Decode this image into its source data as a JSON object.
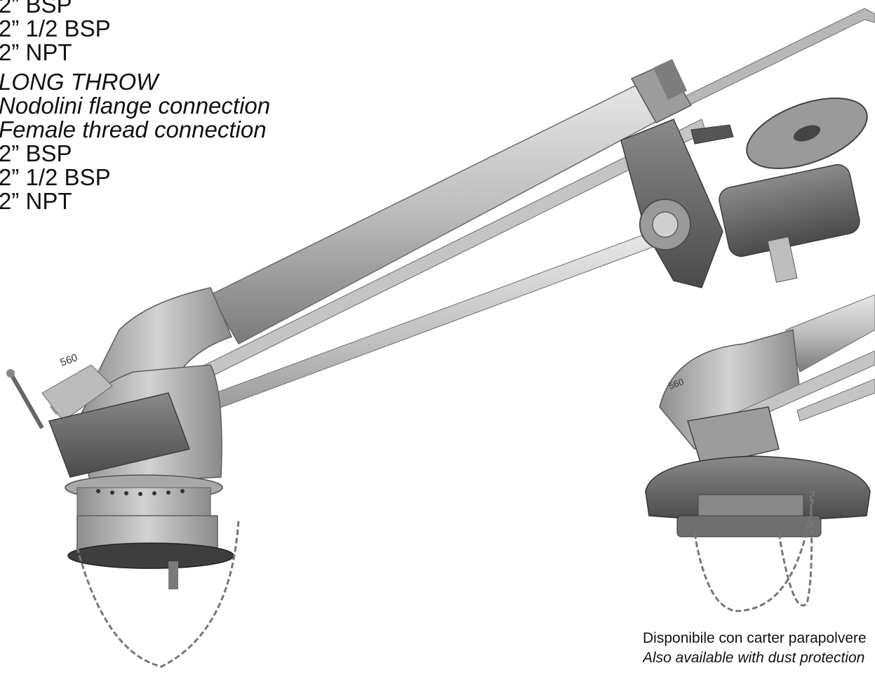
{
  "spec_top": {
    "lines": [
      "2” BSP",
      "2” 1/2 BSP",
      "2” NPT"
    ]
  },
  "spec_long_throw": {
    "heading": "LONG THROW",
    "options": [
      "Nodolini flange connection",
      "Female thread connection"
    ],
    "threads": [
      "2” BSP",
      "2” 1/2 BSP",
      "2” NPT"
    ]
  },
  "gun_marking": "560",
  "caption": {
    "it": "Disponibile con carter parapolvere",
    "en": "Also available with dust protection"
  },
  "colors": {
    "metal_light": "#cfcfcf",
    "metal_mid": "#9a9a9a",
    "metal_dark": "#555555",
    "text": "#111111"
  }
}
